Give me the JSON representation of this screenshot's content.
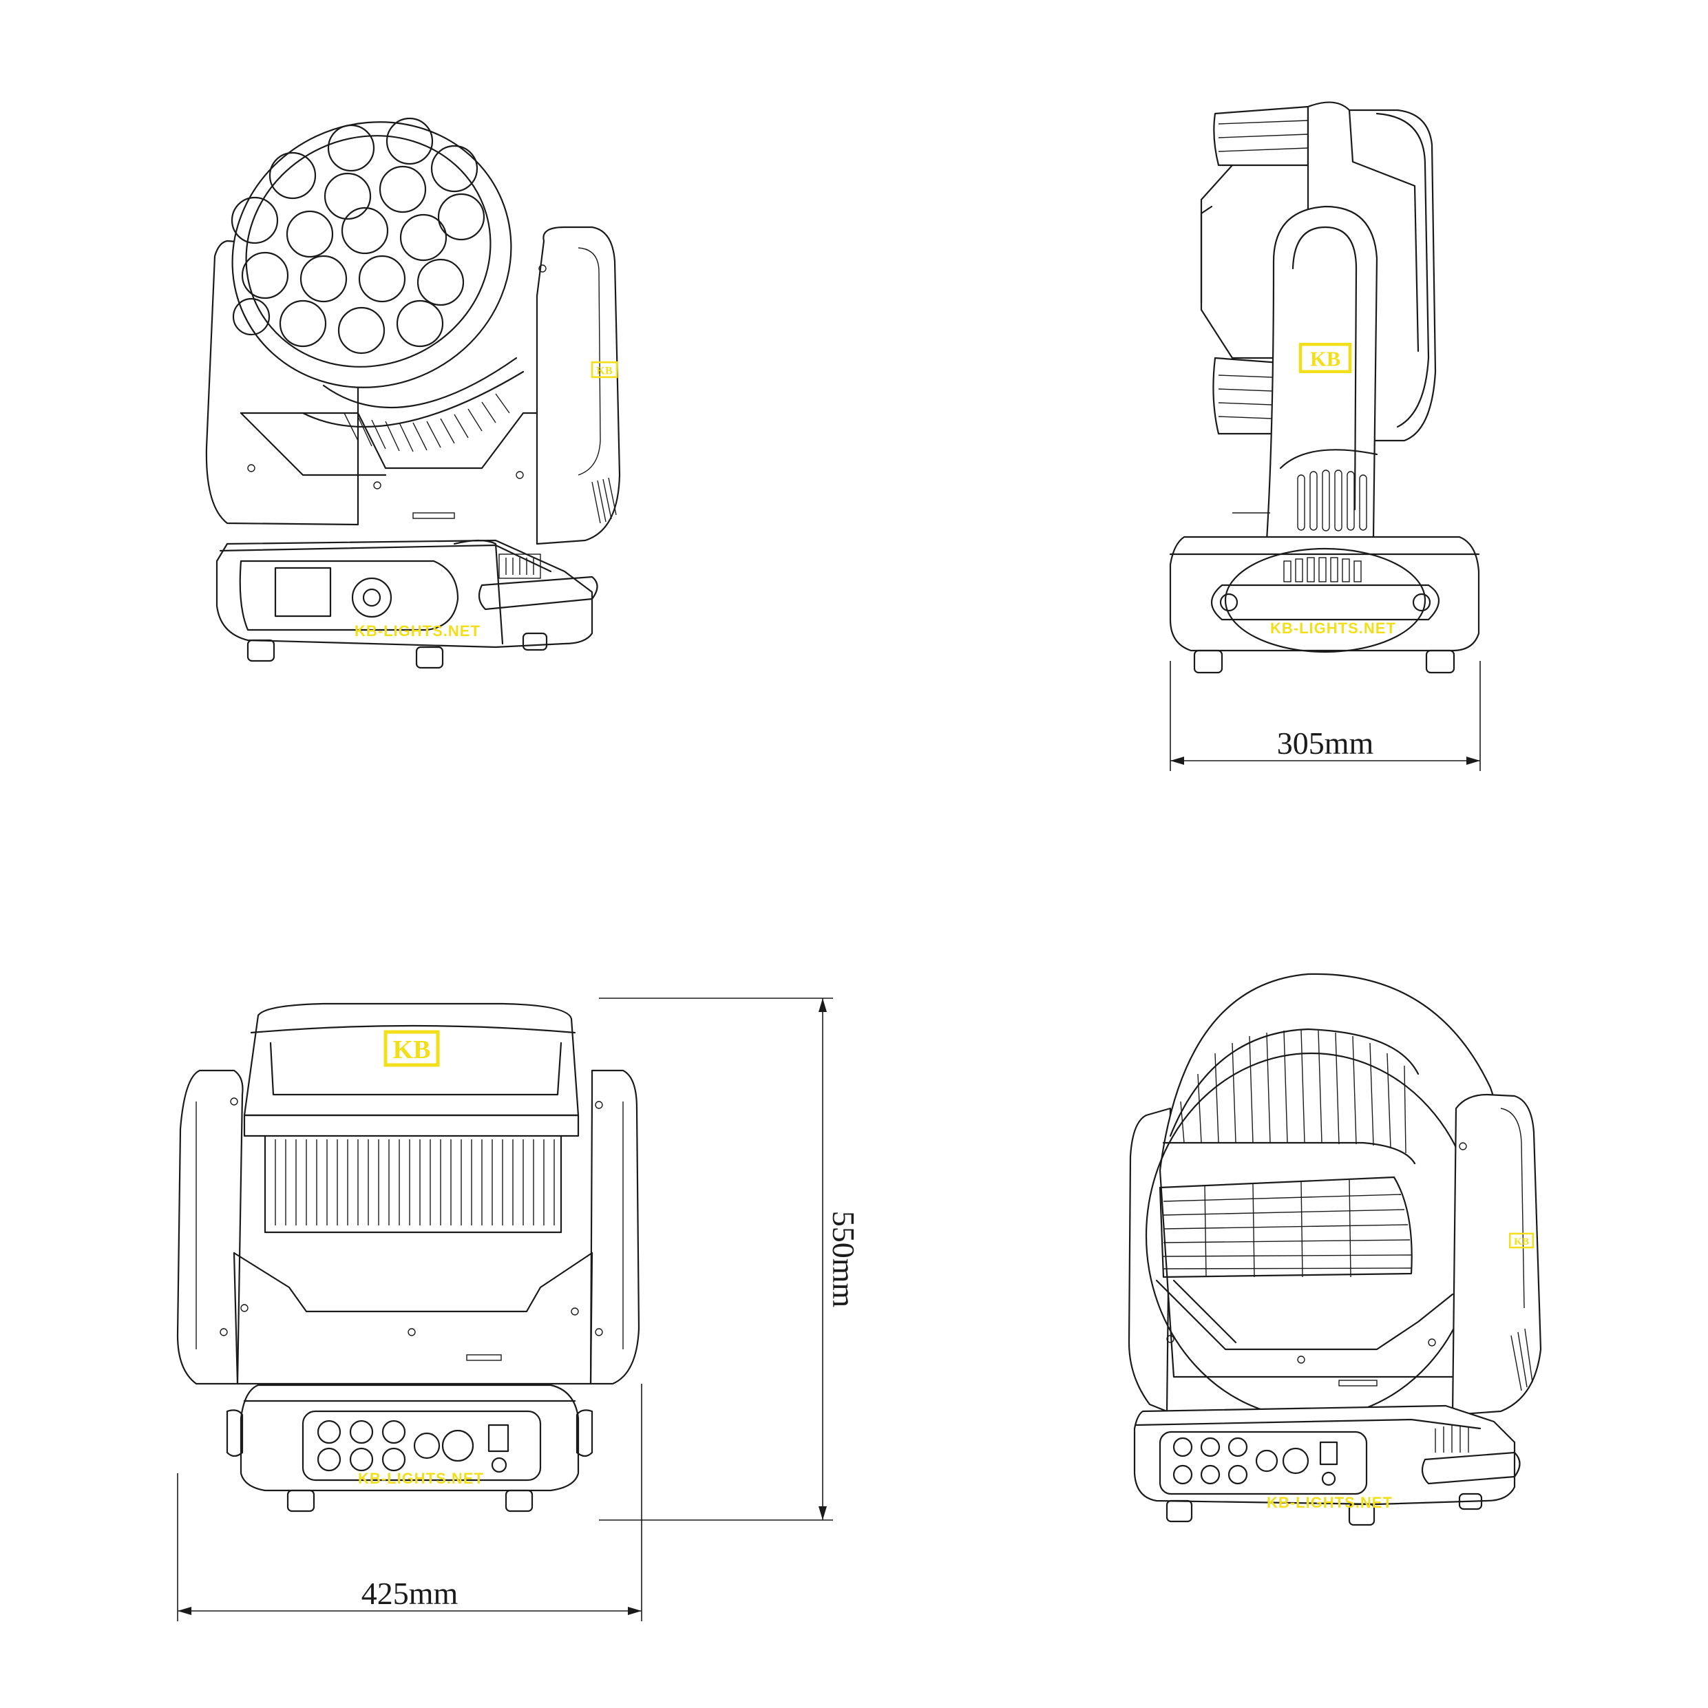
{
  "colors": {
    "line": "#1a1a1a",
    "logo": "#f2df1a",
    "background": "#ffffff"
  },
  "brand": {
    "logo_text": "KB",
    "watermark": "KB-LIGHTS.NET"
  },
  "dimensions": {
    "width_side": "305mm",
    "height_back": "550mm",
    "width_back": "425mm"
  },
  "views": [
    {
      "name": "front-three-quarter"
    },
    {
      "name": "side"
    },
    {
      "name": "back"
    },
    {
      "name": "rear-three-quarter"
    }
  ]
}
